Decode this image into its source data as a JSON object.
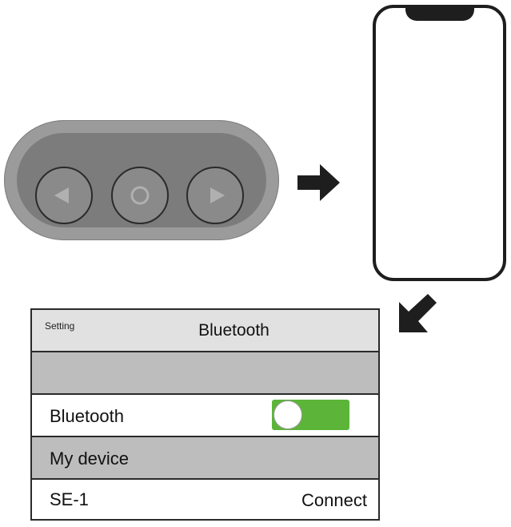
{
  "settings": {
    "back_label": "Setting",
    "title": "Bluetooth",
    "bluetooth_row_label": "Bluetooth",
    "bluetooth_toggle_on": true,
    "section_label": "My device",
    "device_name": "SE-1",
    "device_status": "Connect"
  },
  "colors": {
    "toggle_on": "#5cb539",
    "header_bg": "#e1e1e1",
    "section_bg": "#bdbdbd",
    "remote_body": "#9b9b9b"
  },
  "icons": {
    "remote_left": "triangle-left-icon",
    "remote_center": "circle-icon",
    "remote_right": "triangle-right-icon",
    "arrow_1": "arrow-right-icon",
    "arrow_2": "arrow-down-left-icon"
  }
}
